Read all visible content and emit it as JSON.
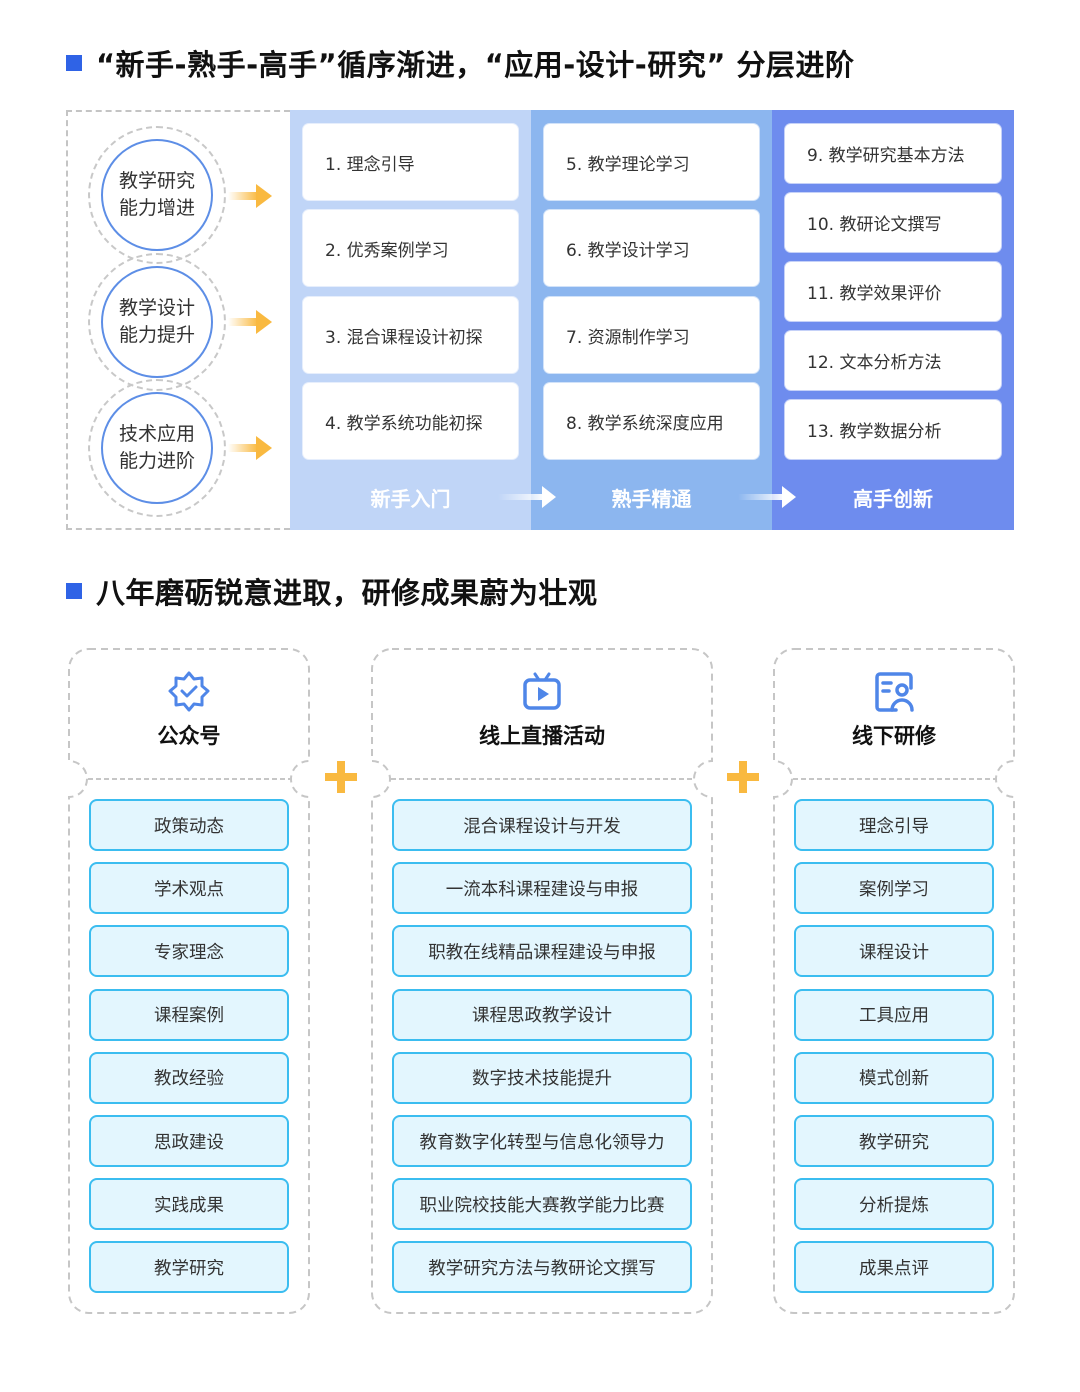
{
  "section1": {
    "title": "“新手-熟手-高手”循序渐进，“应用-设计-研究” 分层进阶",
    "abilities": [
      {
        "line1": "教学研究",
        "line2": "能力增进"
      },
      {
        "line1": "教学设计",
        "line2": "能力提升"
      },
      {
        "line1": "技术应用",
        "line2": "能力进阶"
      }
    ],
    "stages": [
      {
        "label": "新手入门",
        "items": [
          "1. 理念引导",
          "2. 优秀案例学习",
          "3. 混合课程设计初探",
          "4. 教学系统功能初探"
        ]
      },
      {
        "label": "熟手精通",
        "items": [
          "5. 教学理论学习",
          "6. 教学设计学习",
          "7. 资源制作学习",
          "8. 教学系统深度应用"
        ]
      },
      {
        "label": "高手创新",
        "items": [
          "9. 教学研究基本方法",
          "10. 教研论文撰写",
          "11. 教学效果评价",
          "12. 文本分析方法",
          "13. 教学数据分析"
        ]
      }
    ],
    "colors": {
      "stage1": "#c0d5f7",
      "stage2": "#8cb6ef",
      "stage3": "#6e8cee",
      "arrow": "#f9b940",
      "circle": "#5d8ee6"
    }
  },
  "section2": {
    "title": "八年磨砺锐意进取，研修成果蔚为壮观",
    "columns": [
      {
        "title": "公众号",
        "icon": "verified-badge-icon",
        "items": [
          "政策动态",
          "学术观点",
          "专家理念",
          "课程案例",
          "教改经验",
          "思政建设",
          "实践成果",
          "教学研究"
        ]
      },
      {
        "title": "线上直播活动",
        "icon": "tv-play-icon",
        "items": [
          "混合课程设计与开发",
          "一流本科课程建设与申报",
          "职教在线精品课程建设与申报",
          "课程思政教学设计",
          "数字技术技能提升",
          "教育数字化转型与信息化领导力",
          "职业院校技能大赛教学能力比赛",
          "教学研究方法与教研论文撰写"
        ]
      },
      {
        "title": "线下研修",
        "icon": "profile-card-icon",
        "items": [
          "理念引导",
          "案例学习",
          "课程设计",
          "工具应用",
          "模式创新",
          "教学研究",
          "分析提炼",
          "成果点评"
        ]
      }
    ],
    "connector": "plus-icon",
    "colors": {
      "pill_border": "#3bbdf0",
      "pill_bg": "#e3f6fe",
      "icon": "#4f86e8",
      "plus": "#f9b940"
    }
  }
}
